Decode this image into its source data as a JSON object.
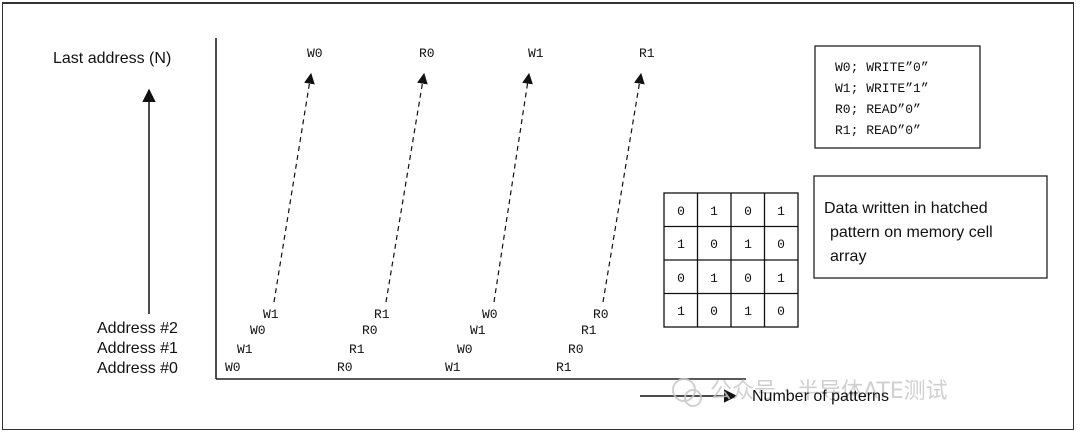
{
  "y_axis_top_label": "Last address (N)",
  "address_labels": [
    "Address #2",
    "Address #1",
    "Address #0"
  ],
  "x_axis_label": "Number of patterns",
  "pattern_columns": [
    {
      "bottom": [
        "W0",
        "W1",
        "W0",
        "W1"
      ],
      "top": "W0"
    },
    {
      "bottom": [
        "R0",
        "R1",
        "R0",
        "R1"
      ],
      "top": "R0"
    },
    {
      "bottom": [
        "W1",
        "W0",
        "W1",
        "W0"
      ],
      "top": "W1"
    },
    {
      "bottom": [
        "R1",
        "R0",
        "R1",
        "R0"
      ],
      "top": "R1"
    }
  ],
  "legend": [
    "W0; WRITE”0”",
    "W1; WRITE”1”",
    "R0; READ”0”",
    "R1; READ”0”"
  ],
  "grid": [
    [
      "0",
      "1",
      "0",
      "1"
    ],
    [
      "1",
      "0",
      "1",
      "0"
    ],
    [
      "0",
      "1",
      "0",
      "1"
    ],
    [
      "1",
      "0",
      "1",
      "0"
    ]
  ],
  "note_lines": [
    "Data written in hatched",
    "pattern on memory cell",
    "array"
  ],
  "watermark": "公众号 · 半导体ATE测试"
}
